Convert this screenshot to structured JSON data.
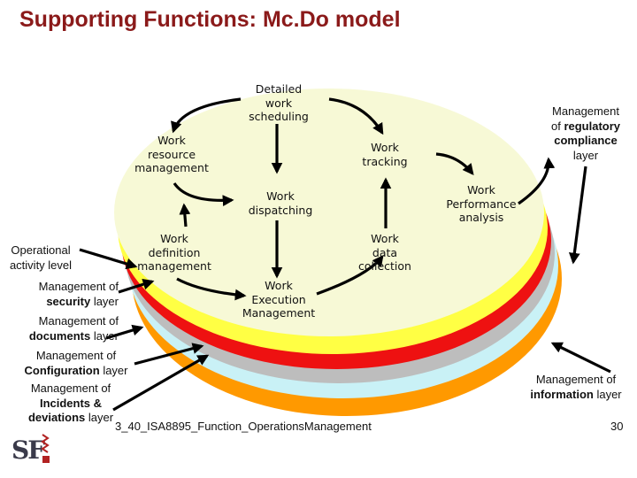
{
  "title": "Supporting Functions: Mc.Do model",
  "activities": {
    "scheduling": [
      "Detailed",
      "work",
      "scheduling"
    ],
    "resource": [
      "Work",
      "resource",
      "management"
    ],
    "tracking": [
      "Work",
      "tracking"
    ],
    "dispatching": [
      "Work",
      "dispatching"
    ],
    "performance": [
      "Work",
      "Performance",
      "analysis"
    ],
    "definition": [
      "Work",
      "definition",
      "management"
    ],
    "collection": [
      "Work",
      "data",
      "collection"
    ],
    "execution": [
      "Work",
      "Execution",
      "Management"
    ]
  },
  "labels": {
    "operational": [
      "Operational",
      "activity level"
    ],
    "security": {
      "pre": "Management of",
      "bold": "security",
      "post": " layer"
    },
    "documents": {
      "pre": "Management of",
      "bold": "documents",
      "post": " layer"
    },
    "configuration": {
      "pre": "Management of",
      "bold": "Configuration",
      "post": " layer"
    },
    "incidents": {
      "pre": "Management of",
      "bold": "Incidents &",
      "last_bold": "deviations",
      "post": " layer"
    },
    "regulatory": {
      "pre1": "Management",
      "pre2": "of ",
      "bold1": "regulatory",
      "bold2": "compliance",
      "post": "layer"
    },
    "information": {
      "pre": "Management of",
      "bold": "information",
      "post": " layer"
    }
  },
  "footer": "3_40_ISA8895_Function_OperationsManagement",
  "page_number": "30",
  "logo_text": "SF",
  "colors": {
    "title": "#8b1a1a",
    "layers": [
      "#f7f9d6",
      "#ffff44",
      "#ee1111",
      "#bdbdbd",
      "#c9f1f6",
      "#ff9900"
    ]
  }
}
